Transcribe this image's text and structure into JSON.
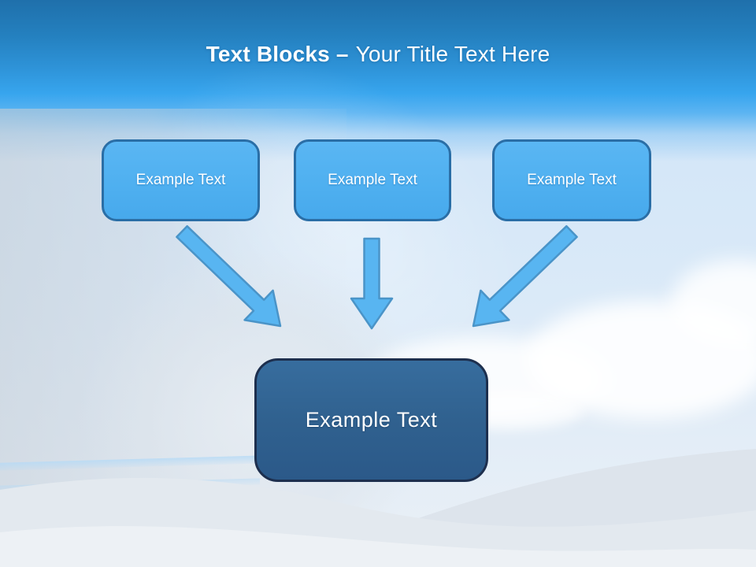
{
  "slide": {
    "title": {
      "emphasis": "Text Blocks –",
      "rest": "Your Title Text Here"
    },
    "source_blocks": [
      {
        "label": "Example Text"
      },
      {
        "label": "Example Text"
      },
      {
        "label": "Example Text"
      }
    ],
    "arrows": [
      {
        "icon": "arrow-down-right-icon"
      },
      {
        "icon": "arrow-down-icon"
      },
      {
        "icon": "arrow-down-left-icon"
      }
    ],
    "result_block": {
      "label": "Example Text"
    }
  },
  "theme_colors": {
    "header_top": "#1f70ab",
    "header_mid": "#37a5ee",
    "box_fill": "#4fb0f0",
    "box_border": "#2a6ea6",
    "result_fill": "#30618f",
    "result_border": "#1d2f4e",
    "arrow_fill": "#58b5f1",
    "arrow_stroke": "#4a94c8",
    "title_color": "#ffffff"
  }
}
